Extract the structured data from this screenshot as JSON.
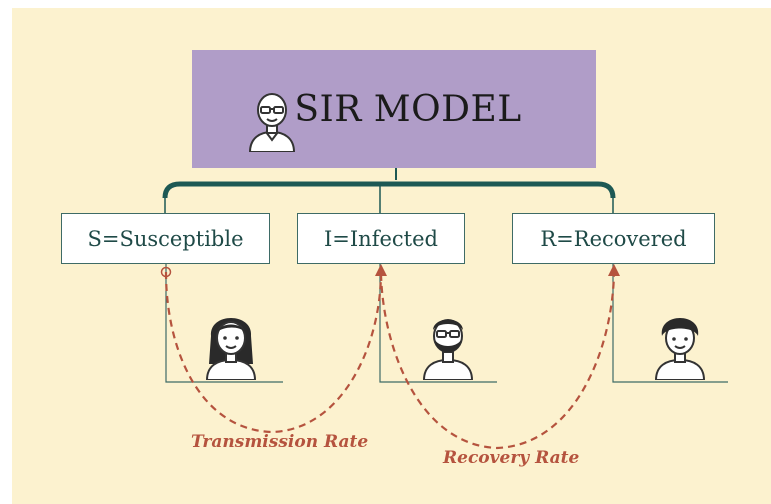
{
  "title": "SIR MODEL",
  "nodes": {
    "s": "S=Susceptible",
    "i": "I=Infected",
    "r": "R=Recovered"
  },
  "rates": {
    "transmission": "Transmission Rate",
    "recovery": "Recovery Rate"
  },
  "colors": {
    "background": "#fcf2cf",
    "title_box": "#b09dc8",
    "connector": "#1d5954",
    "arrow": "#b5533e"
  }
}
